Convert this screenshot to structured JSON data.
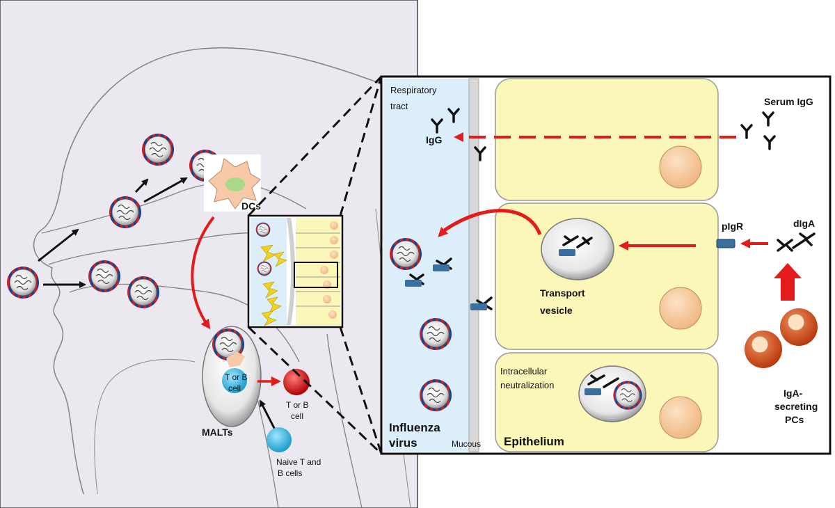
{
  "left_panel": {
    "label_dcs": "DCs",
    "label_malts": "MALTs",
    "label_t_or_b_cell_in": [
      "T or B",
      "cell"
    ],
    "label_t_or_b_cell_out": [
      "T or B",
      "cell"
    ],
    "label_naive": [
      "Naive T and",
      "B cells"
    ]
  },
  "right_panel": {
    "respiratory_tract": [
      "Respiratory",
      "tract"
    ],
    "igg": "IgG",
    "serum_igg": "Serum IgG",
    "pigr": "pIgR",
    "diga": "dIgA",
    "transport_vesicle": [
      "Transport",
      "vesicle"
    ],
    "intracellular_neutralization": [
      "Intracellular",
      "neutralization"
    ],
    "influenza_virus": [
      "Influenza",
      "virus"
    ],
    "mucous": "Mucous",
    "epithelium": "Epithelium",
    "iga_secreting": [
      "IgA-",
      "secreting",
      "PCs"
    ]
  },
  "colors": {
    "sketch_bg": "#ece8f0",
    "cytoplasm": "#fbf7b9",
    "mucus_layer": "#dceefa",
    "nucleus": "#f7c99a",
    "arrow_red": "#e31b1b",
    "arrow_black": "#111111",
    "receptor_blue": "#3b6f9f",
    "plasma_cell": "#d9561f"
  }
}
